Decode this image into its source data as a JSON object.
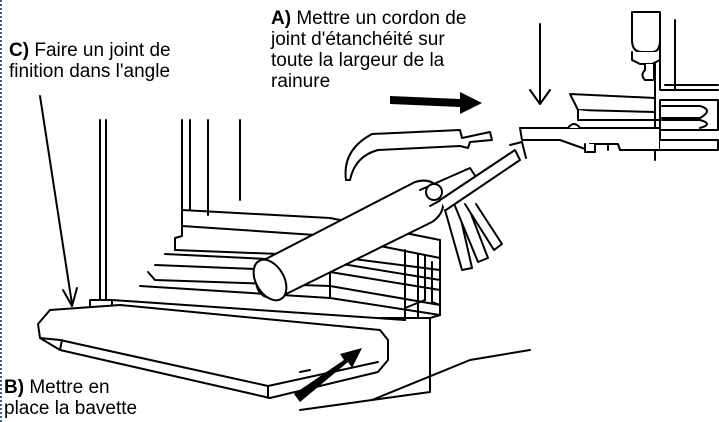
{
  "labels": {
    "a": {
      "letter": "A)",
      "lines": [
        "Mettre un cordon de",
        "joint d'étanchéité sur",
        "toute la largeur de la",
        "rainure"
      ]
    },
    "b": {
      "letter": "B)",
      "lines": [
        "Mettre en",
        "place la bavette"
      ]
    },
    "c": {
      "letter": "C)",
      "lines": [
        "Faire un joint de",
        "finition dans l'angle"
      ]
    }
  },
  "colors": {
    "line": "#000000",
    "fill": "#ffffff",
    "border": "#3d5f8a"
  }
}
